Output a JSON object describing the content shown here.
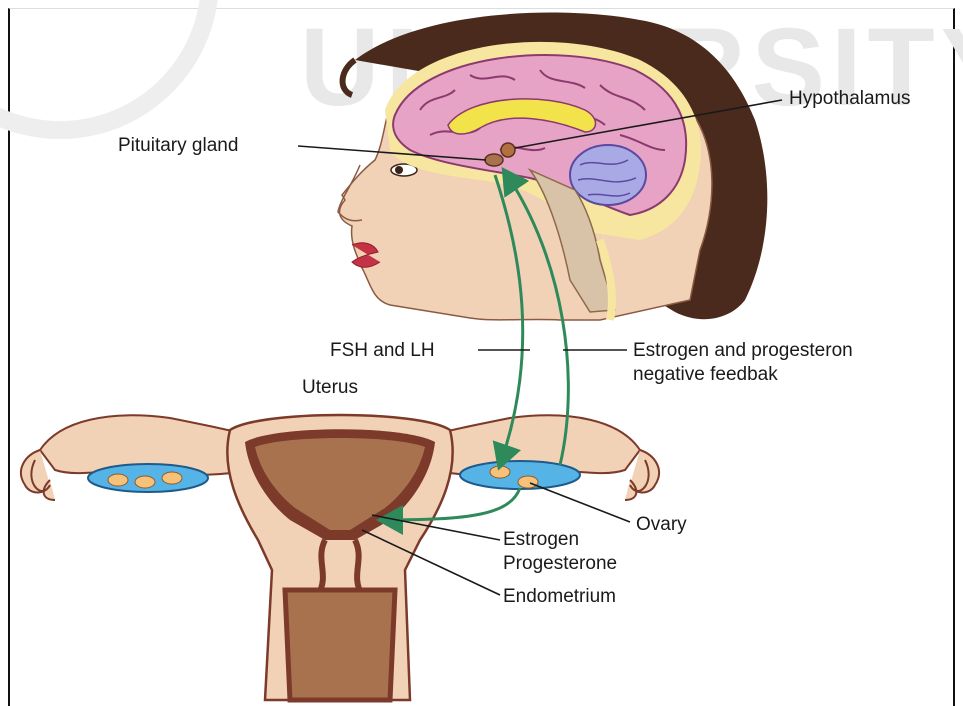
{
  "watermark": {
    "text": "UNIVERSITY"
  },
  "labels": {
    "hypothalamus": "Hypothalamus",
    "pituitary": "Pituitary gland",
    "fsh_lh": "FSH and LH",
    "feedback_line1": "Estrogen and progesteron",
    "feedback_line2": "negative feedbak",
    "uterus": "Uterus",
    "ovary": "Ovary",
    "hormones_line1": "Estrogen",
    "hormones_line2": "Progesterone",
    "endometrium": "Endometrium"
  },
  "colors": {
    "skin": "#f2d2b6",
    "hair": "#4a2a1c",
    "brain": "#e6a3c6",
    "cerebellum": "#a9a9e6",
    "arrow": "#2e8a5a",
    "uterine_wall": "#7c3a2a",
    "endometrium": "#a8724f",
    "ovary_fluid": "#56b3e6"
  }
}
